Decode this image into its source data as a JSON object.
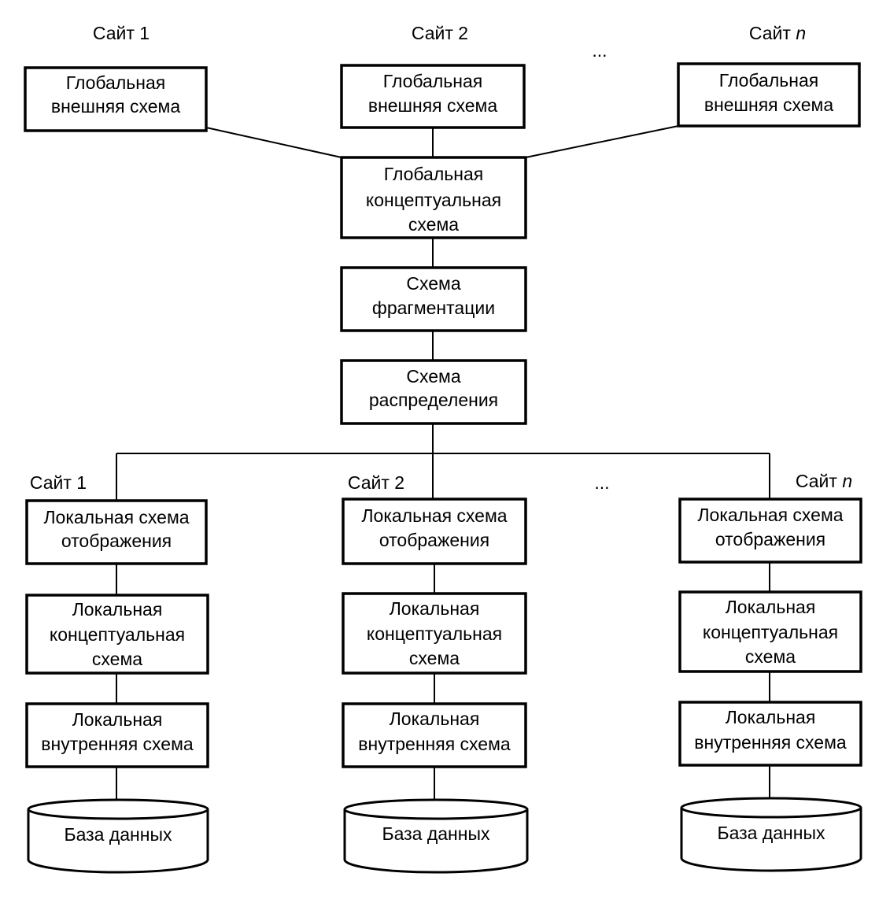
{
  "top_level": {
    "site_labels": [
      "Сайт 1",
      "Сайт 2",
      "Сайт "
    ],
    "site_n_letter": "n",
    "ellipsis": "...",
    "global_external_schema": [
      "Глобальная",
      "внешняя схема"
    ]
  },
  "global_conceptual_schema": [
    "Глобальная",
    "концептуальная",
    "схема"
  ],
  "fragmentation_schema": [
    "Схема",
    "фрагментации"
  ],
  "distribution_schema": [
    "Схема",
    "распределения"
  ],
  "local_level": {
    "site_labels": [
      "Сайт 1",
      "Сайт 2",
      "Сайт "
    ],
    "site_n_letter": "n",
    "ellipsis": "...",
    "local_mapping_schema": [
      "Локальная схема",
      "отображения"
    ],
    "local_conceptual_schema": [
      "Локальная",
      "концептуальная",
      "схема"
    ],
    "local_internal_schema": [
      "Локальная",
      "внутренняя схема"
    ],
    "database": "База данных"
  }
}
